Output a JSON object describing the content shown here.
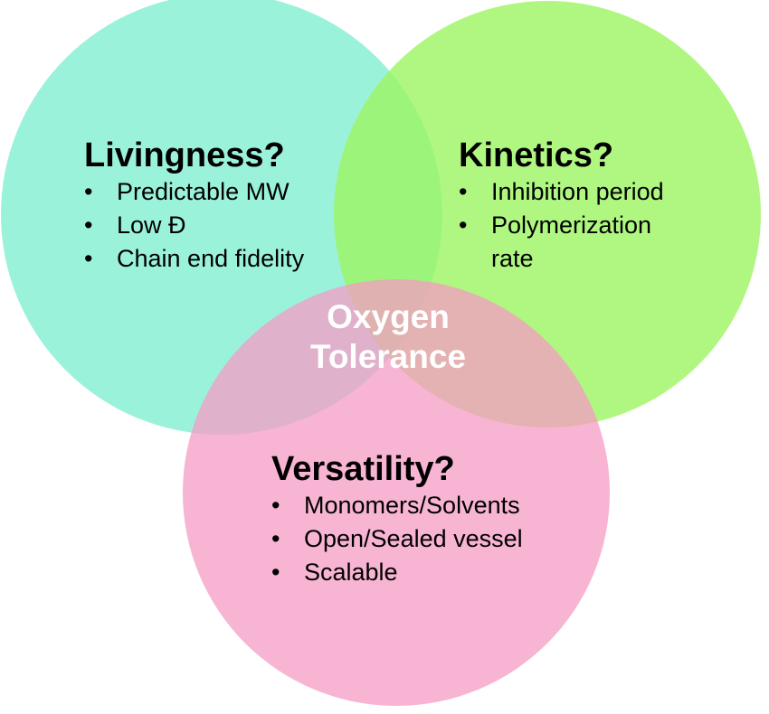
{
  "colors": {
    "circle_livingness": "#8AF0D4",
    "circle_kinetics": "#A8F77E",
    "circle_versatility": "#F59BC4",
    "center_text": "#ffffff",
    "text": "#000000"
  },
  "bullet_glyph": "•",
  "center": {
    "line1": "Oxygen",
    "line2": "Tolerance"
  },
  "livingness": {
    "title": "Livingness?",
    "items": [
      "Predictable MW",
      "Low Đ",
      "Chain end fidelity"
    ]
  },
  "kinetics": {
    "title": "Kinetics?",
    "items": [
      "Inhibition period",
      "Polymerization",
      "rate"
    ]
  },
  "versatility": {
    "title": "Versatility?",
    "items": [
      "Monomers/Solvents",
      "Open/Sealed vessel",
      "Scalable"
    ]
  }
}
